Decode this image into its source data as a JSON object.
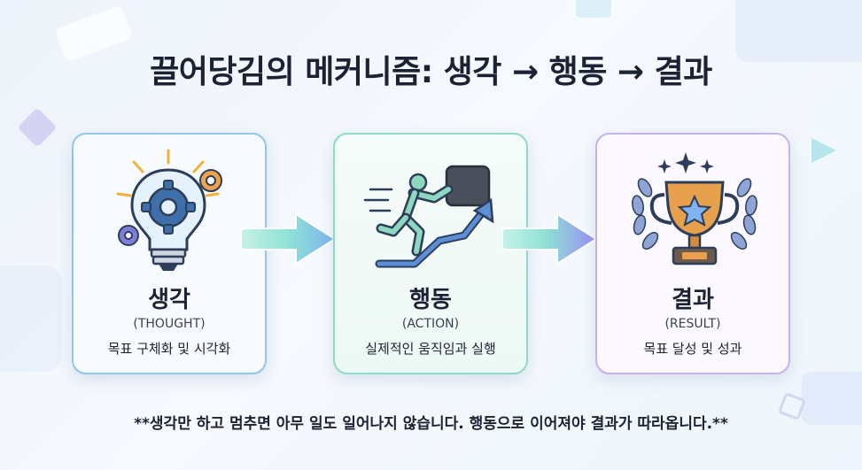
{
  "title": "끌어당김의 메커니즘: 생각 → 행동 → 결과",
  "cards": [
    {
      "title": "생각",
      "subtitle": "(THOUGHT)",
      "description": "목표 구체화 및 시각화",
      "icon": "lightbulb-gear-icon"
    },
    {
      "title": "행동",
      "subtitle": "(ACTION)",
      "description": "실제적인 움직임과 실행",
      "icon": "running-person-icon"
    },
    {
      "title": "결과",
      "subtitle": "(RESULT)",
      "description": "목표 달성 및 성과",
      "icon": "trophy-icon"
    }
  ],
  "footer": "**생각만 하고 멈추면 아무 일도 일어나지 않습니다. 행동으로 이어져야 결과가 따라옵니다.**",
  "colors": {
    "background": "#eef3fb",
    "thought_border": "#8fc6ec",
    "action_border": "#8edbc5",
    "result_border": "#c6b3ec",
    "arrow_start": "#8ee3d4",
    "arrow_end": "#7fb3f0",
    "text": "#1b2233"
  }
}
